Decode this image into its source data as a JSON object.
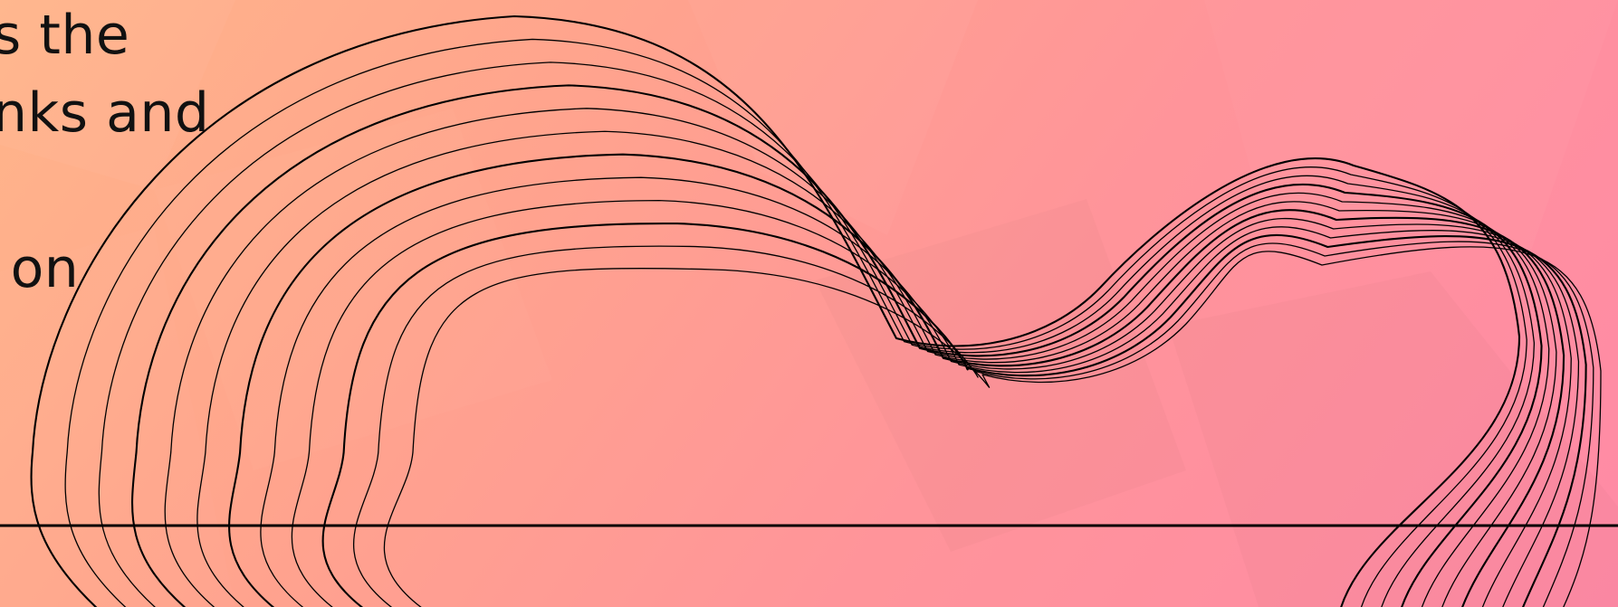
{
  "text_fragments": [
    "s the",
    "nks and",
    " on"
  ],
  "colors": {
    "gradient_start": "#ffb58a",
    "gradient_mid": "#ff949a",
    "gradient_end": "#ff8aa6",
    "line": "#000000"
  }
}
